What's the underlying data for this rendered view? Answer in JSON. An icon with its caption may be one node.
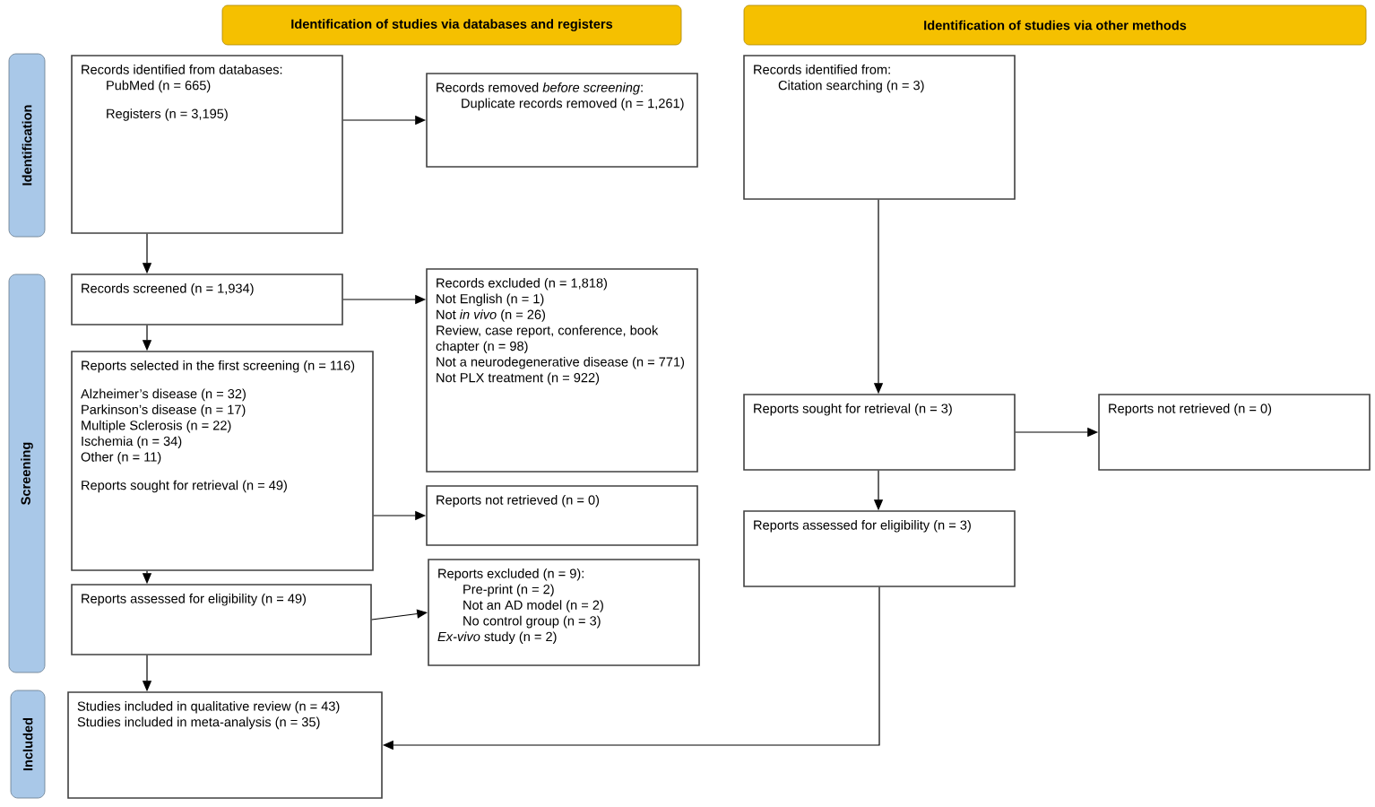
{
  "diagram": {
    "nodes": [
      {
        "text": [
          "Identification of studies via databases and registers"
        ]
      },
      {
        "text": [
          "Identification of studies via other methods"
        ]
      },
      {
        "text": [
          "Identification"
        ]
      },
      {
        "text": [
          "Screening"
        ]
      },
      {
        "text": [
          "Included"
        ]
      },
      {
        "text": [
          "Records identified from databases:",
          "PubMed (n = 665)",
          "Registers (n = 3,195)"
        ]
      },
      {
        "text": [
          "Records removed *before screening*:",
          "Duplicate records removed (n = 1,261)"
        ]
      },
      {
        "text": [
          "Records screened (n = 1,934)"
        ]
      },
      {
        "text": [
          "Records excluded (n = 1,818)",
          "Not English (n = 1)",
          "Not *in vivo* (n = 26)",
          "Review, case report, conference, book chapter (n = 98)",
          "Not a neurodegenerative disease (n = 771)",
          "Not PLX treatment (n = 922)"
        ]
      },
      {
        "text": [
          "Reports selected in the first screening (n = 116)",
          "Alzheimer’s disease (n = 32)",
          "Parkinson’s disease (n = 17)",
          "Multiple Sclerosis (n = 22)",
          "Ischemia (n = 34)",
          "Other (n = 11)",
          "Reports sought for retrieval (n = 49)"
        ]
      },
      {
        "text": [
          "Reports not retrieved (n = 0)"
        ]
      },
      {
        "text": [
          "Reports excluded (n = 9):",
          "Pre-print (n = 2)",
          "Not an AD model (n = 2)",
          "No control group (n = 3)",
          "*Ex-vivo* study (n = 2)"
        ]
      },
      {
        "text": [
          "Reports assessed for eligibility (n = 49)"
        ]
      },
      {
        "text": [
          "Studies included in qualitative review (n = 43)",
          "Studies included in meta-analysis (n = 35)"
        ]
      },
      {
        "text": [
          "Records identified from:",
          "Citation searching (n = 3)"
        ]
      },
      {
        "text": [
          "Reports sought for retrieval (n = 3)"
        ]
      },
      {
        "text": [
          "Reports not retrieved (n = 0)"
        ]
      },
      {
        "text": [
          "Reports assessed for eligibility (n = 3)"
        ]
      }
    ],
    "edges": [
      {
        "from": 5,
        "to": 6,
        "arrow": "to"
      },
      {
        "from": 5,
        "to": 7,
        "arrow": "to"
      },
      {
        "from": 7,
        "to": 8,
        "arrow": "to"
      },
      {
        "from": 7,
        "to": 9,
        "arrow": "to"
      },
      {
        "from": 9,
        "to": 10,
        "arrow": "to"
      },
      {
        "from": 9,
        "to": 12,
        "arrow": "to"
      },
      {
        "from": 12,
        "to": 11,
        "arrow": "to"
      },
      {
        "from": 12,
        "to": 13,
        "arrow": "to"
      },
      {
        "from": 14,
        "to": 15,
        "arrow": "to"
      },
      {
        "from": 15,
        "to": 16,
        "arrow": "to"
      },
      {
        "from": 15,
        "to": 17,
        "arrow": "to"
      },
      {
        "from": 17,
        "to": 13,
        "arrow": "to"
      }
    ]
  }
}
